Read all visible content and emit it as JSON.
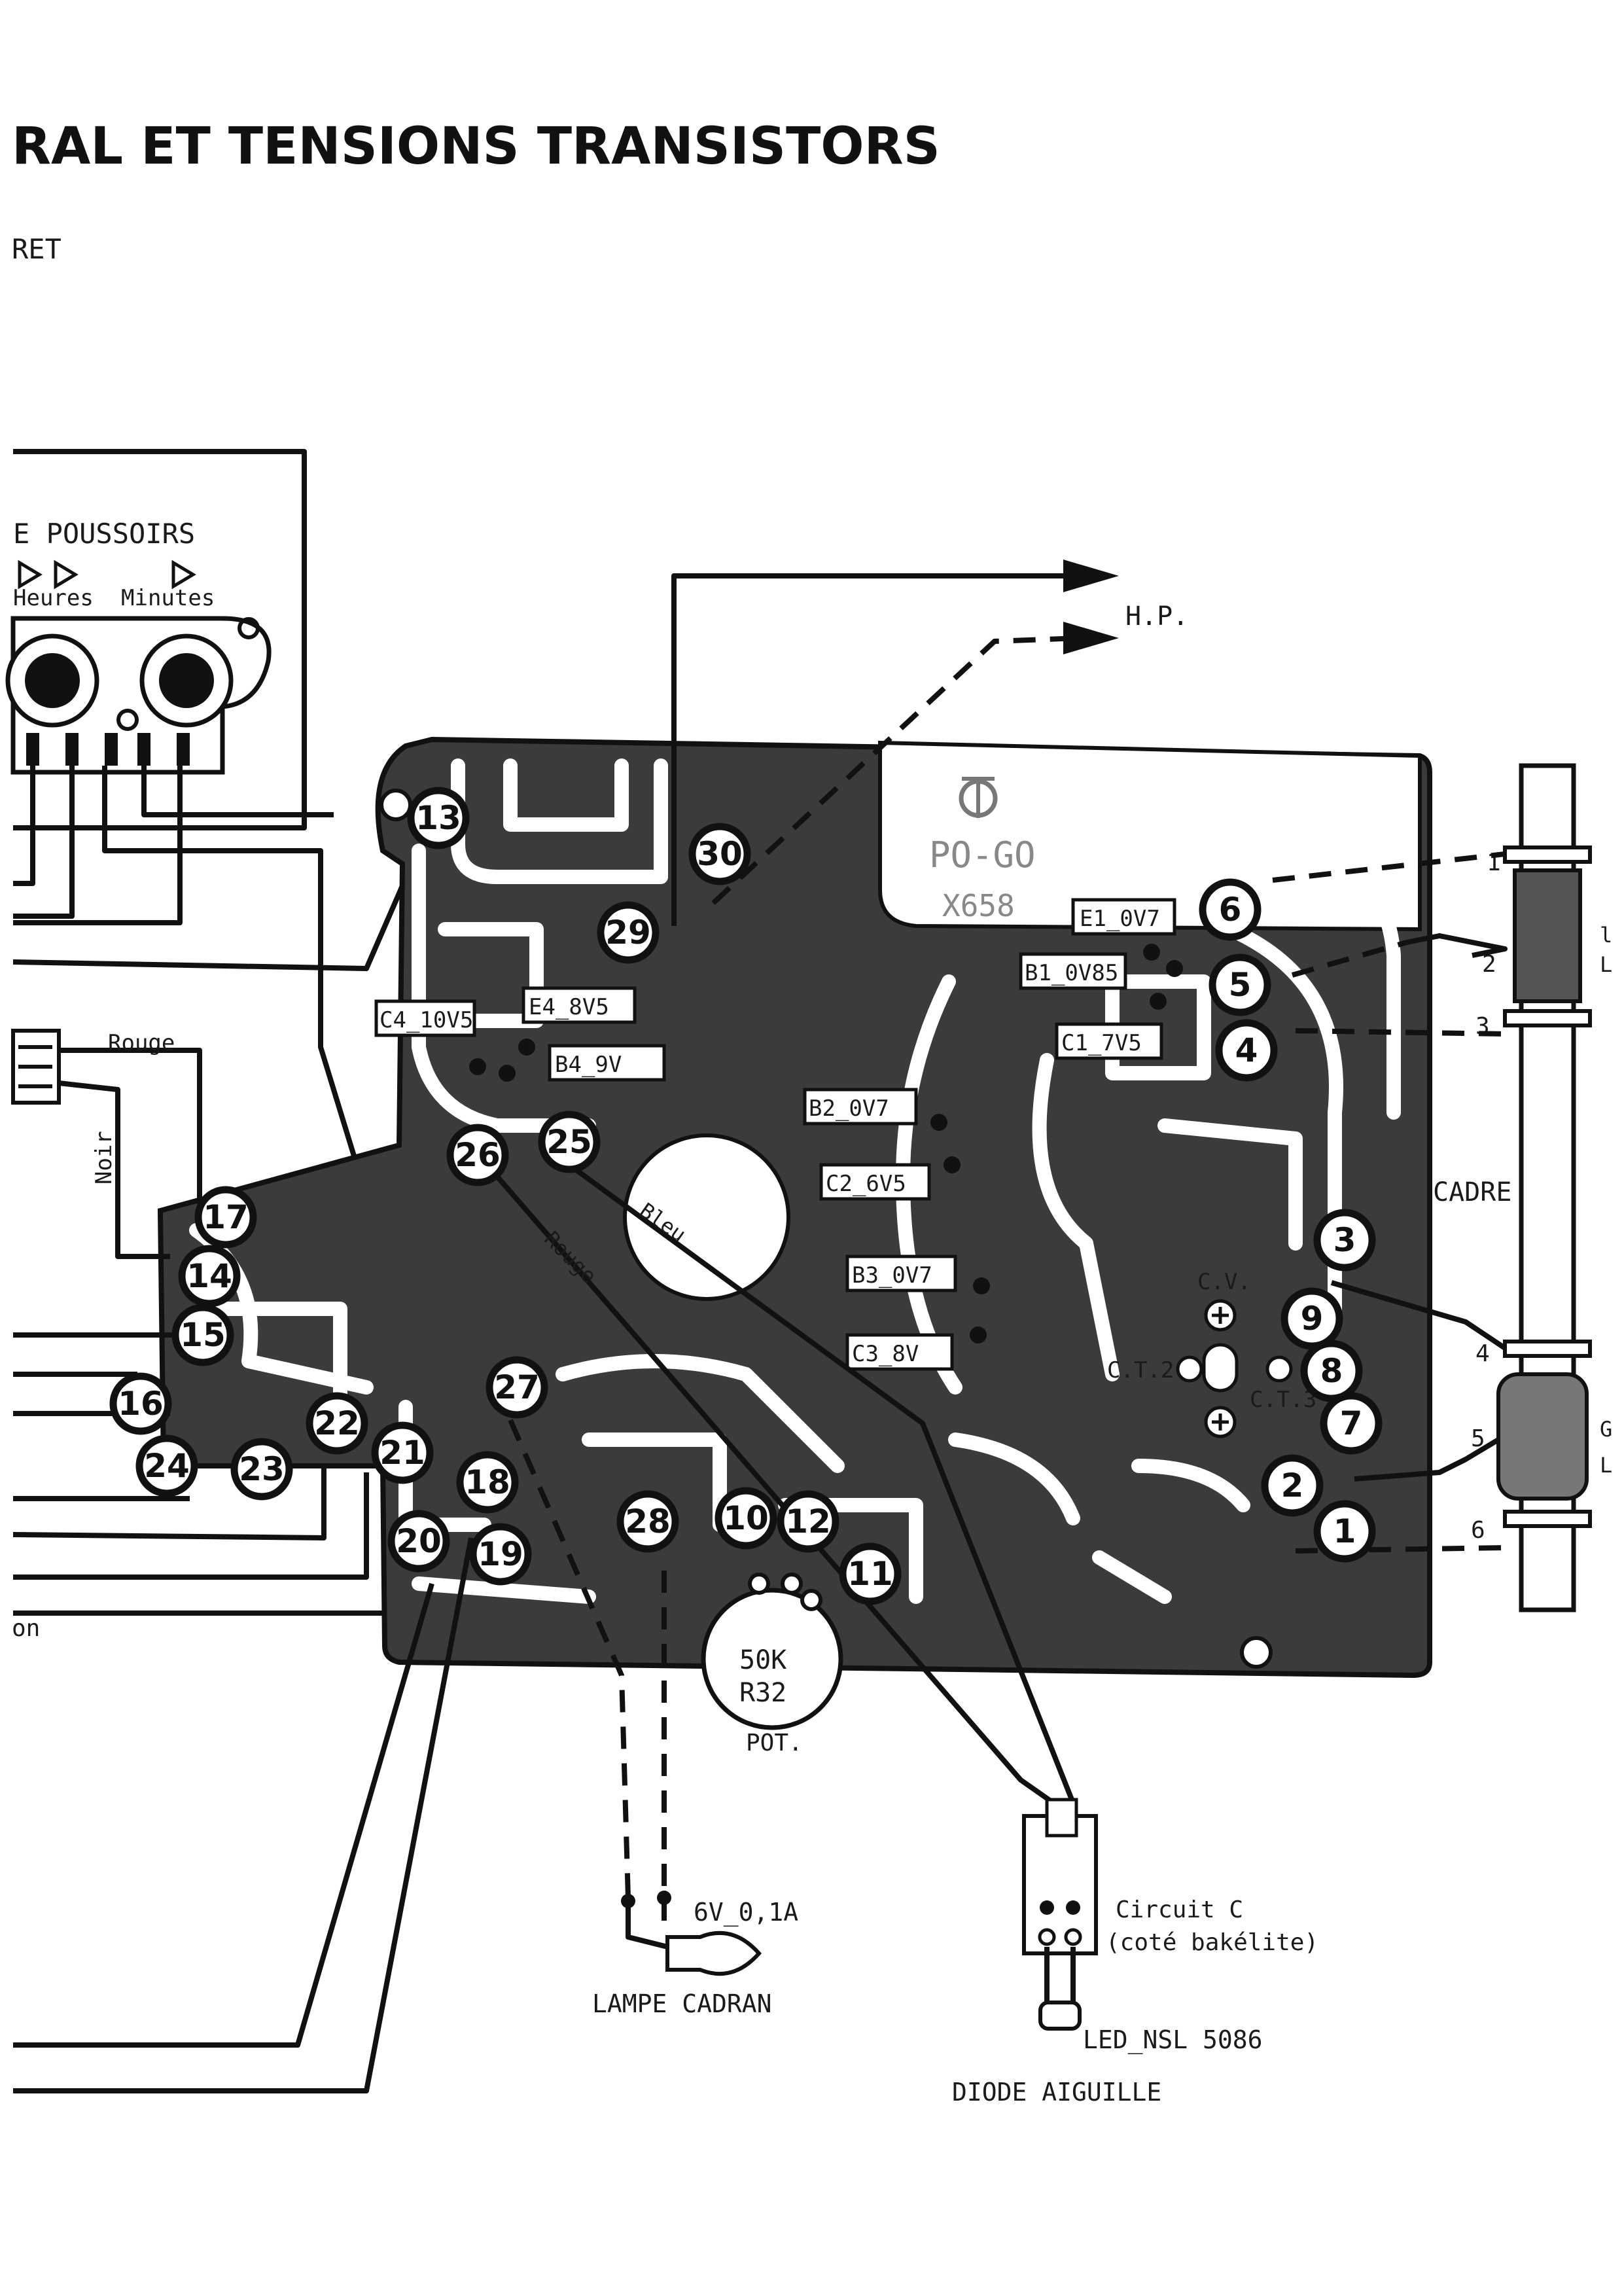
{
  "header": {
    "title": "RAL ET TENSIONS TRANSISTORS",
    "subtitle": "RET"
  },
  "push_buttons": {
    "title": "E POUSSOIRS",
    "hours_label": "Heures",
    "minutes_label": "Minutes"
  },
  "board": {
    "brand": "PO-GO",
    "model": "X658"
  },
  "voltages": {
    "e1": "E1_0V7",
    "b1": "B1_0V85",
    "c1": "C1_7V5",
    "c4": "C4_10V5",
    "e4": "E4_8V5",
    "b4": "B4_9V",
    "b2": "B2_0V7",
    "c2": "C2_6V5",
    "b3": "B3_0V7",
    "c3": "C3_8V"
  },
  "test_points": [
    "1",
    "2",
    "3",
    "4",
    "5",
    "6",
    "7",
    "8",
    "9",
    "10",
    "11",
    "12",
    "13",
    "14",
    "15",
    "16",
    "17",
    "18",
    "19",
    "20",
    "21",
    "22",
    "23",
    "24",
    "25",
    "26",
    "27",
    "28",
    "29",
    "30"
  ],
  "wire_labels": {
    "rouge_left": "Rouge",
    "noir": "Noir",
    "bleu": "Bleu",
    "rouge_board": "Rouge",
    "on_fragment": "on"
  },
  "components": {
    "speaker": "H.P.",
    "cadre": "CADRE",
    "cv": "C.V.",
    "ct2": "C.T.2",
    "ct3": "C.T.3",
    "pot_value": "50K",
    "pot_ref": "R32",
    "pot_label": "POT.",
    "lamp_rating": "6V_0,1A",
    "lamp_label": "LAMPE CADRAN",
    "circuit_c": "Circuit C",
    "circuit_c_side": "(coté bakélite)",
    "led": "LED_NSL 5086",
    "diode": "DIODE AIGUILLE"
  },
  "coil_pins": [
    "1",
    "2",
    "3",
    "4",
    "5",
    "6"
  ],
  "coil_edge_letters": {
    "top_1": "l",
    "top_2": "L",
    "bottom_1": "G",
    "bottom_2": "L"
  }
}
